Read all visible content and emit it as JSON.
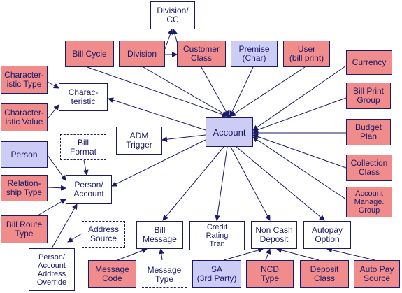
{
  "nodes": {
    "division_cc": "Division/\nCC",
    "bill_cycle": "Bill Cycle",
    "division": "Division",
    "customer_class": "Customer\nClass",
    "premise_char": "Premise\n(Char)",
    "user_bill_print": "User\n(bill print)",
    "currency": "Currency",
    "characteristic_type": "Character-\nistic Type",
    "characteristic_value": "Character-\nistic Value",
    "characteristic": "Charac-\nteristic",
    "bill_print_group": "Bill Print\nGroup",
    "account": "Account",
    "adm_trigger": "ADM\nTrigger",
    "budget_plan": "Budget\nPlan",
    "bill_format": "Bill\nFormat",
    "person": "Person",
    "collection_class": "Collection\nClass",
    "relationship_type": "Relation-\nship Type",
    "person_account": "Person/\nAccount",
    "account_manage_group": "Account\nManage.\nGroup",
    "bill_route_type": "Bill Route\nType",
    "address_source": "Address\nSource",
    "bill_message": "Bill\nMessage",
    "credit_rating_tran": "Credit\nRating\nTran",
    "non_cash_deposit": "Non Cash\nDeposit",
    "autopay_option": "Autopay\nOption",
    "person_account_address_override": "Person/\nAccount\nAddress\nOverride",
    "message_code": "Message\nCode",
    "message_type": "Message\nType",
    "sa_3rd_party": "SA\n(3rd Party)",
    "ncd_type": "NCD\nType",
    "deposit_class": "Deposit\nClass",
    "auto_pay_source": "Auto Pay\nSource"
  },
  "colors": {
    "pink": "#f08c8c",
    "lavender": "#ccccf5",
    "line": "#1a1a66"
  }
}
